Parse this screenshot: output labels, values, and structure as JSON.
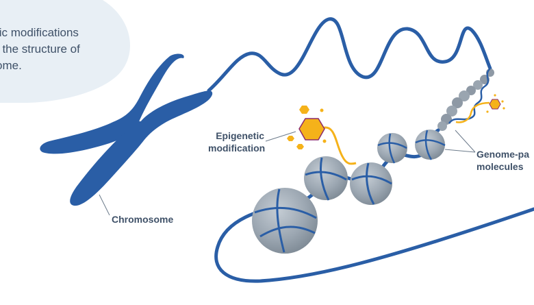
{
  "caption": {
    "text": "tic modifications\nt the structure of\nome."
  },
  "labels": {
    "chromosome": "Chromosome",
    "epigenetic": "Epigenetic\nmodification",
    "genome": "Genome-pa\nmolecules"
  },
  "colors": {
    "chromatin_blue": "#2a5ea6",
    "bubble_bg": "#e8eff5",
    "nucleosome_gray": "#9ba6b1",
    "epi_orange": "#f5b21a",
    "label_text": "#3f5168"
  }
}
